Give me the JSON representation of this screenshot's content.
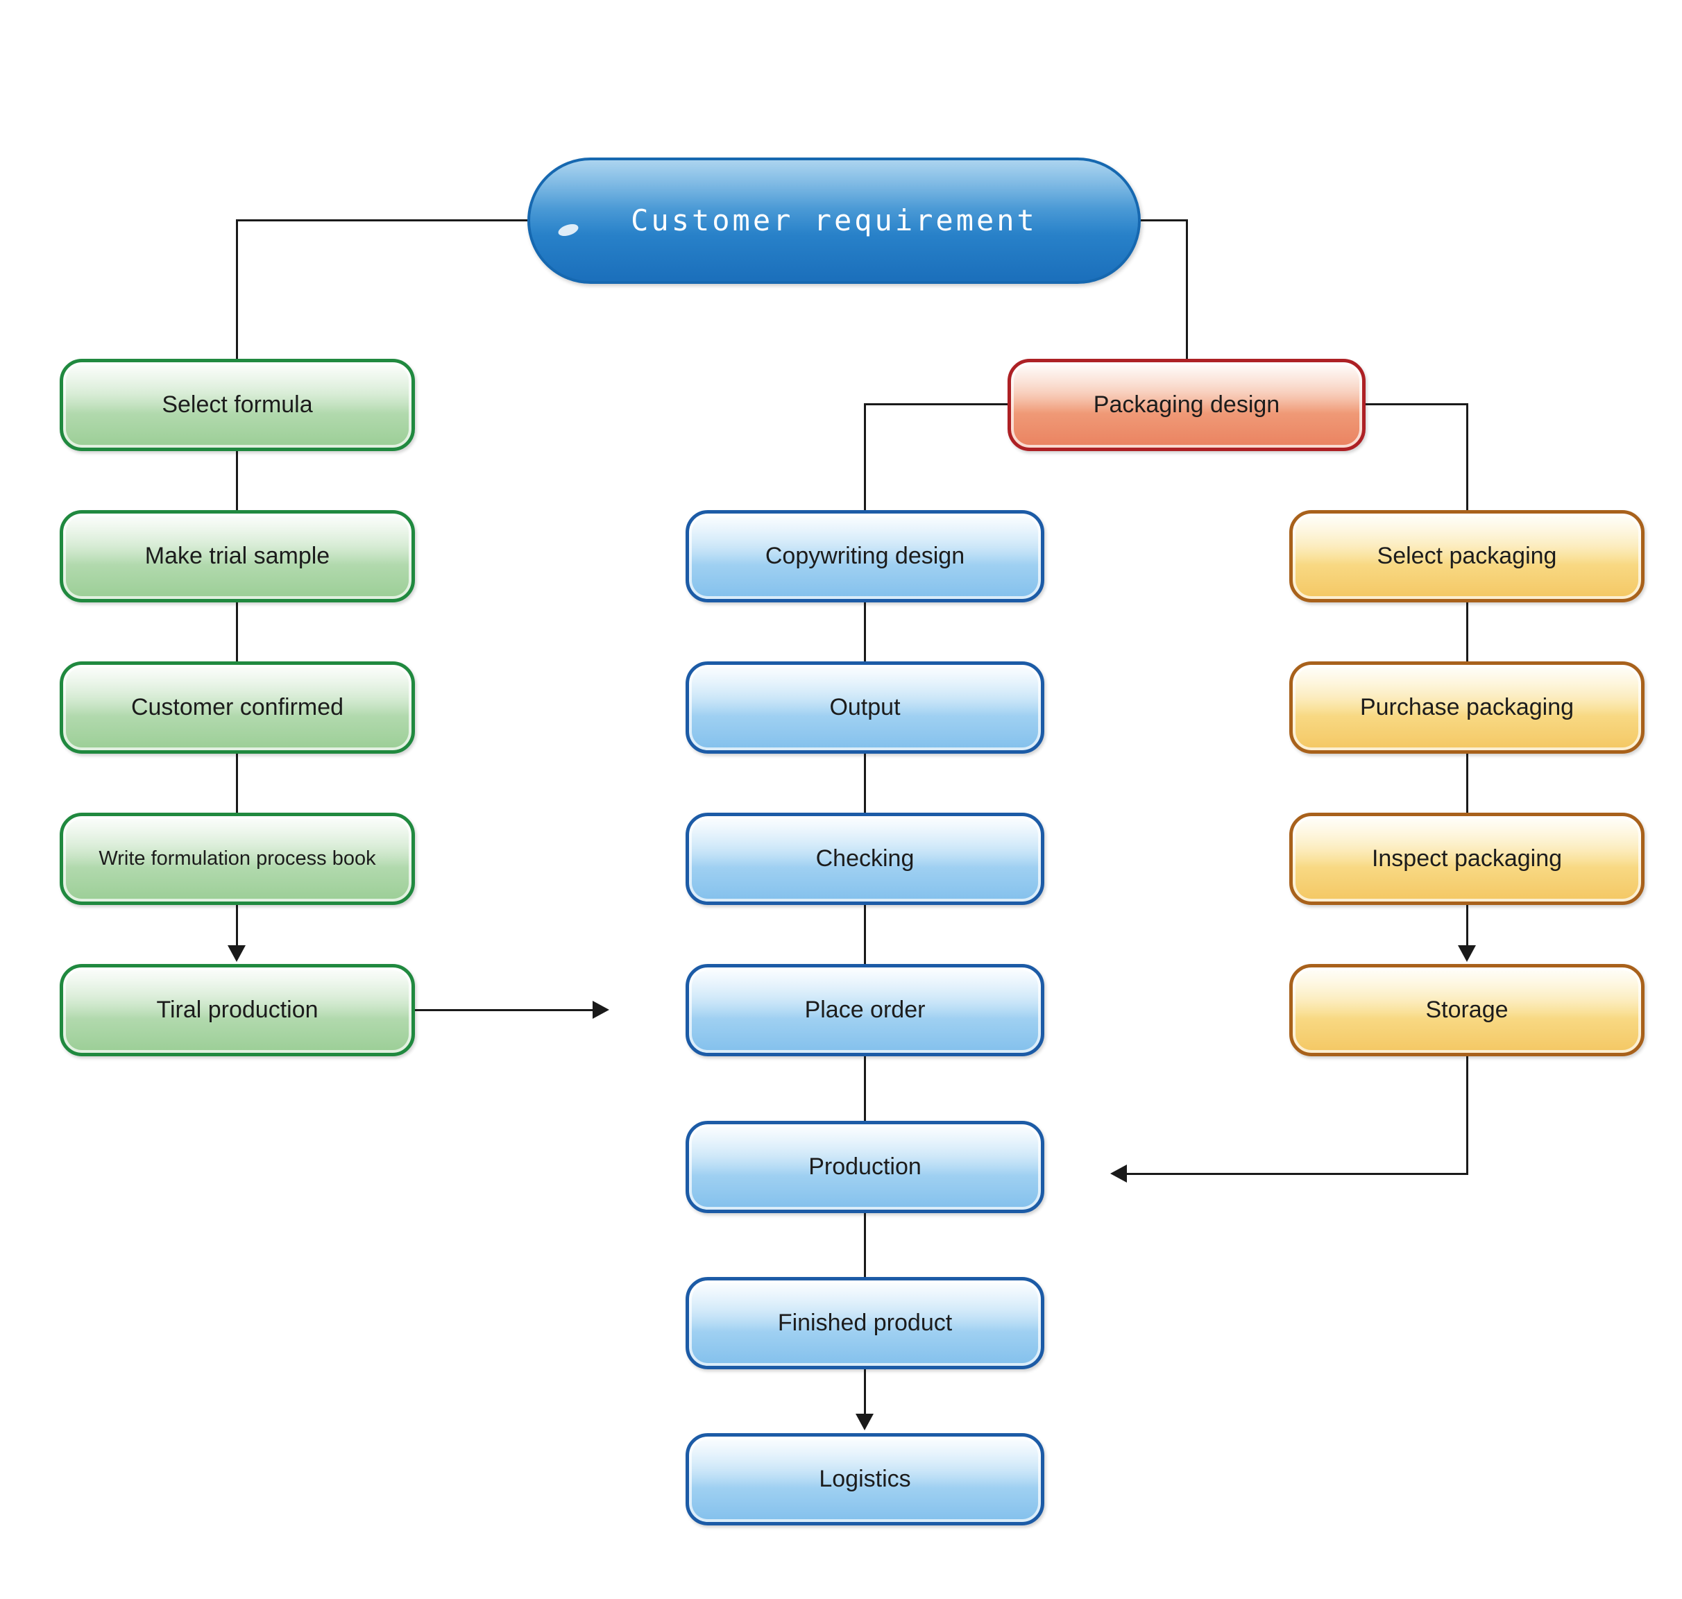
{
  "diagram": {
    "root": {
      "label": "Customer requirement"
    },
    "packaging_design": {
      "label": "Packaging design"
    },
    "formula_branch": {
      "steps": [
        "Select formula",
        "Make trial sample",
        "Customer confirmed",
        "Write formulation process book",
        "Tiral production"
      ]
    },
    "production_branch": {
      "steps": [
        "Copywriting design",
        "Output",
        "Checking",
        "Place order",
        "Production",
        "Finished product",
        "Logistics"
      ]
    },
    "packaging_branch": {
      "steps": [
        "Select packaging",
        "Purchase packaging",
        "Inspect packaging",
        "Storage"
      ]
    },
    "colors": {
      "root_fill": "#2f86cb",
      "root_border": "#1668b0",
      "root_text": "#ffffff",
      "formula_fill": "#b7dcb3",
      "formula_border": "#20893f",
      "production_fill": "#a6d4f3",
      "production_border": "#1c5ba6",
      "packaging_steps_fill": "#f9dd8b",
      "packaging_steps_border": "#a8611b",
      "packaging_design_fill": "#f09c79",
      "packaging_design_border": "#ad2024",
      "node_text": "#1c1c1c",
      "connector": "#1a1a1a",
      "background": "#ffffff"
    }
  }
}
